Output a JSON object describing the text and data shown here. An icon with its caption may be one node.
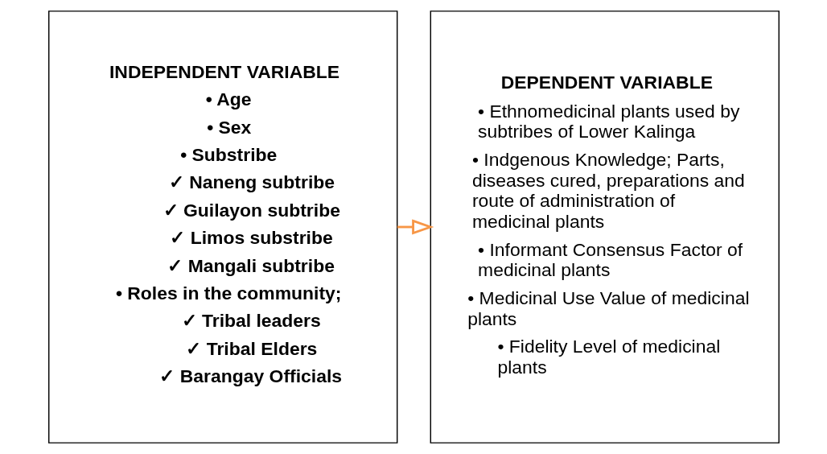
{
  "diagram": {
    "nodes": [
      {
        "text": [
          "INDEPENDENT VARIABLE",
          "• Age",
          "• Sex",
          "• Substribe",
          "✓ Naneng subtribe",
          "✓ Guilayon subtribe",
          "✓ Limos substribe",
          "✓ Mangali subtribe",
          "• Roles in the community;",
          "✓ Tribal leaders",
          "✓ Tribal Elders",
          "✓ Barangay Officials"
        ]
      },
      {
        "text": [
          "DEPENDENT VARIABLE",
          "• Ethnomedicinal plants used by subtribes of Lower Kalinga",
          "• Indgenous Knowledge; Parts, diseases cured, preparations and route of administration of medicinal plants",
          "• Informant Consensus Factor of medicinal plants",
          "• Medicinal Use Value of medicinal plants",
          "• Fidelity Level of medicinal plants"
        ]
      }
    ],
    "edges": [
      {
        "from": 0,
        "to": 1,
        "arrow": "to",
        "color": "#f79646"
      }
    ]
  }
}
